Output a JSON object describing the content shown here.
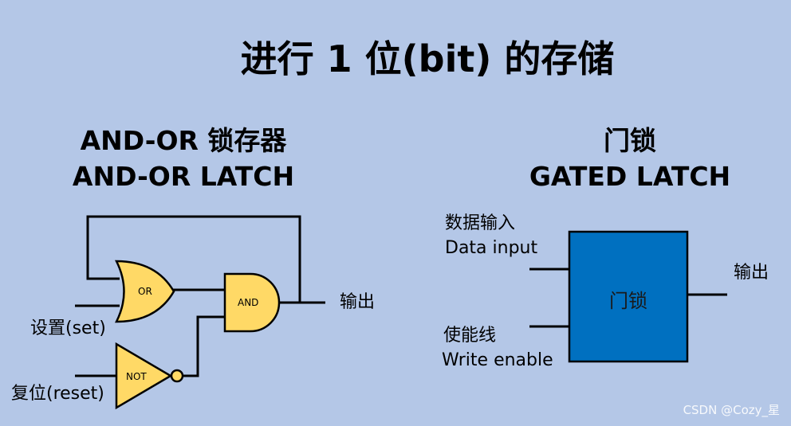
{
  "title": "进行 1 位(bit) 的存储",
  "and_or_latch": {
    "heading_cn": "AND-OR 锁存器",
    "heading_en": "AND-OR LATCH",
    "gates": {
      "or": "OR",
      "and": "AND",
      "not": "NOT"
    },
    "labels": {
      "set": "设置(set)",
      "reset": "复位(reset)",
      "output": "输出"
    }
  },
  "gated_latch": {
    "heading_cn": "门锁",
    "heading_en": "GATED LATCH",
    "box_label": "门锁",
    "box_color": "#0070c0",
    "labels": {
      "data_input_cn": "数据输入",
      "data_input_en": "Data input",
      "write_enable_cn": "使能线",
      "write_enable_en": "Write enable",
      "output": "输出"
    }
  },
  "colors": {
    "background": "#b4c7e7",
    "gate_fill": "#ffd966"
  },
  "watermark": "CSDN @Cozy_星"
}
